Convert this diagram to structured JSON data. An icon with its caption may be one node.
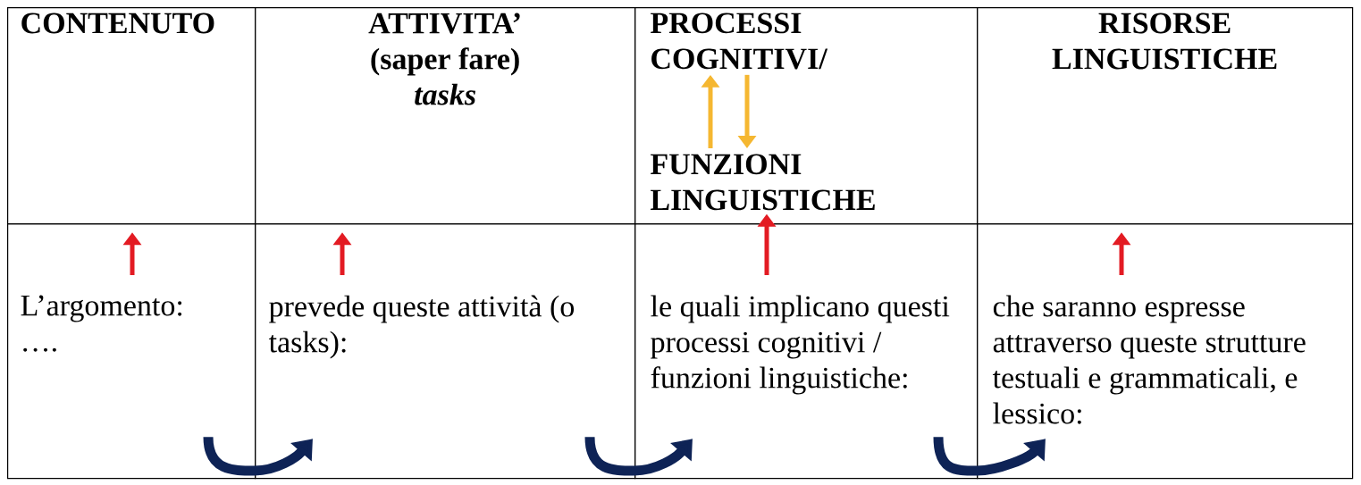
{
  "diagram": {
    "nodes": [
      {
        "text": [
          "CONTENUTO"
        ]
      },
      {
        "text": [
          "ATTIVITA’ (saper fare)",
          "tasks"
        ]
      },
      {
        "text": [],
        "shape": "box"
      },
      {
        "text": [
          "PROCESSI COGNITIVI/"
        ],
        "in": 2
      },
      {
        "text": [
          "FUNZIONI LINGUISTICHE"
        ],
        "in": 2
      },
      {
        "text": [
          "RISORSE LINGUISTICHE"
        ]
      },
      {
        "text": [
          "L’argomento: …."
        ]
      },
      {
        "text": [
          "prevede   queste attività (o tasks):"
        ]
      },
      {
        "text": [
          "le quali implicano questi processi cognitivi / funzioni linguistiche:"
        ]
      },
      {
        "text": [
          "che saranno espresse attraverso queste strutture testuali e grammaticali, e lessico:"
        ]
      }
    ],
    "edges": [
      {
        "from": 4,
        "to": 3,
        "arrow": "to",
        "color": "#f5b731"
      },
      {
        "from": 3,
        "to": 4,
        "arrow": "to",
        "color": "#f5b731"
      },
      {
        "from": 6,
        "to": 0,
        "arrow": "to"
      },
      {
        "from": 7,
        "to": 1,
        "arrow": "to"
      },
      {
        "from": 8,
        "to": 4,
        "arrow": "to"
      },
      {
        "from": 9,
        "to": 5,
        "arrow": "to"
      },
      {
        "from": 6,
        "to": 7,
        "arrow": "to",
        "style": "thick",
        "color": "#0e2356"
      },
      {
        "from": 7,
        "to": 8,
        "arrow": "to",
        "style": "thick",
        "color": "#0e2356"
      },
      {
        "from": 8,
        "to": 9,
        "arrow": "to",
        "style": "thick",
        "color": "#0e2356"
      }
    ]
  }
}
